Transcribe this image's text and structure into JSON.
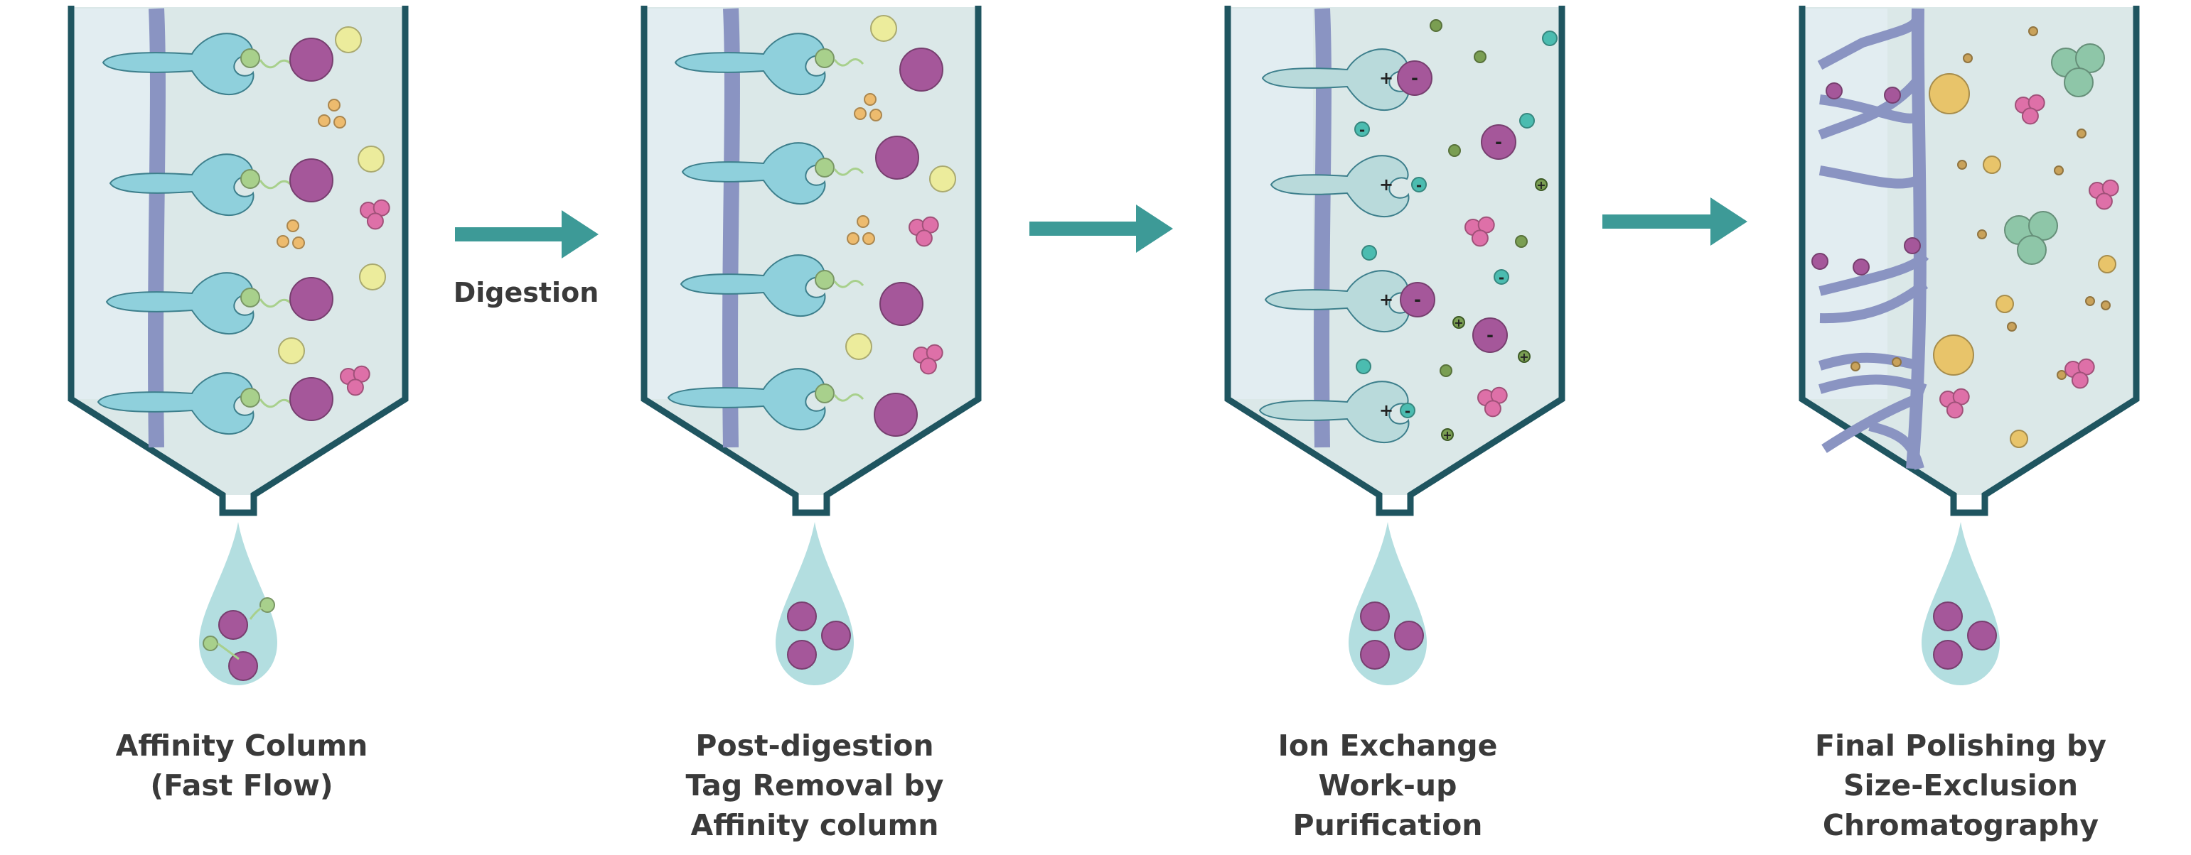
{
  "arrow_label": "Digestion",
  "steps": [
    {
      "caption": [
        "Affinity Column",
        "(Fast Flow)"
      ]
    },
    {
      "caption": [
        "Post-digestion",
        "Tag Removal by",
        "Affinity column"
      ]
    },
    {
      "caption": [
        "Ion Exchange",
        "Work-up",
        "Purification"
      ]
    },
    {
      "caption": [
        "Final Polishing by",
        "Size-Exclusion",
        "Chromatography"
      ]
    }
  ],
  "colors": {
    "column_outline": "#1f5560",
    "column_fill": "#dbe8e8",
    "column_fill_left": "#e6eff5",
    "resin_strand": "#8a94c2",
    "ligand": "#8fd0dc",
    "ligand_pale": "#b9dadb",
    "target_protein": "#a5579a",
    "tag_green": "#a8d08c",
    "impurity_yellow": "#ecec9c",
    "impurity_orange": "#edbb6e",
    "impurity_pink": "#de70a8",
    "ion_teal": "#4bbcb0",
    "small_green": "#7a9e52",
    "sec_green": "#8ec6a8",
    "sec_gold": "#e8c46a",
    "sec_small": "#c9a25a",
    "droplet": "#b3dee0",
    "arrow": "#3d9a97",
    "text": "#3a3a3a"
  },
  "charge_plus": "+",
  "charge_minus": "-"
}
